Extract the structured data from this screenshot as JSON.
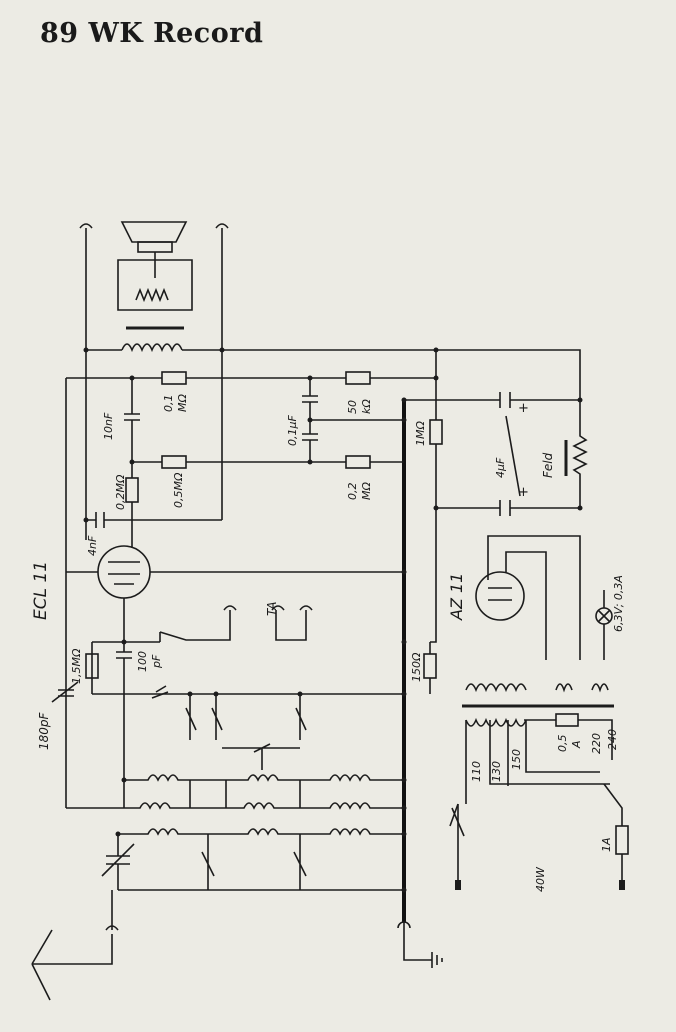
{
  "title": "89 WK Record",
  "labels": {
    "ecl11": "ECL 11",
    "az11": "AZ 11",
    "c_10nf": "10nF",
    "r_01m": "0,1",
    "r_01m_unit": "MΩ",
    "r_02m": "0,2MΩ",
    "r_05m": "0,5MΩ",
    "c_01u": "0,1μF",
    "r_50k": "50",
    "r_50k_unit": "kΩ",
    "r_1m": "1MΩ",
    "r_02m_b": "0,2",
    "r_02m_b_unit": "MΩ",
    "c_4nf": "4nF",
    "c_4uf": "4μF",
    "feld": "Feld",
    "plus1": "+",
    "plus2": "+",
    "r_15m": "1,5MΩ",
    "c_100pf": "100",
    "c_100pf_unit": "pF",
    "c_180pf": "180pF",
    "r_150": "150Ω",
    "ta": "TA",
    "lamp": "6,3V; 0,3A",
    "v110": "110",
    "v130": "130",
    "v150": "150",
    "v220": "220",
    "v240": "240",
    "fuse_05": "0,5",
    "fuse_05_unit": "A",
    "fuse_1a": "1A",
    "power": "40W"
  }
}
